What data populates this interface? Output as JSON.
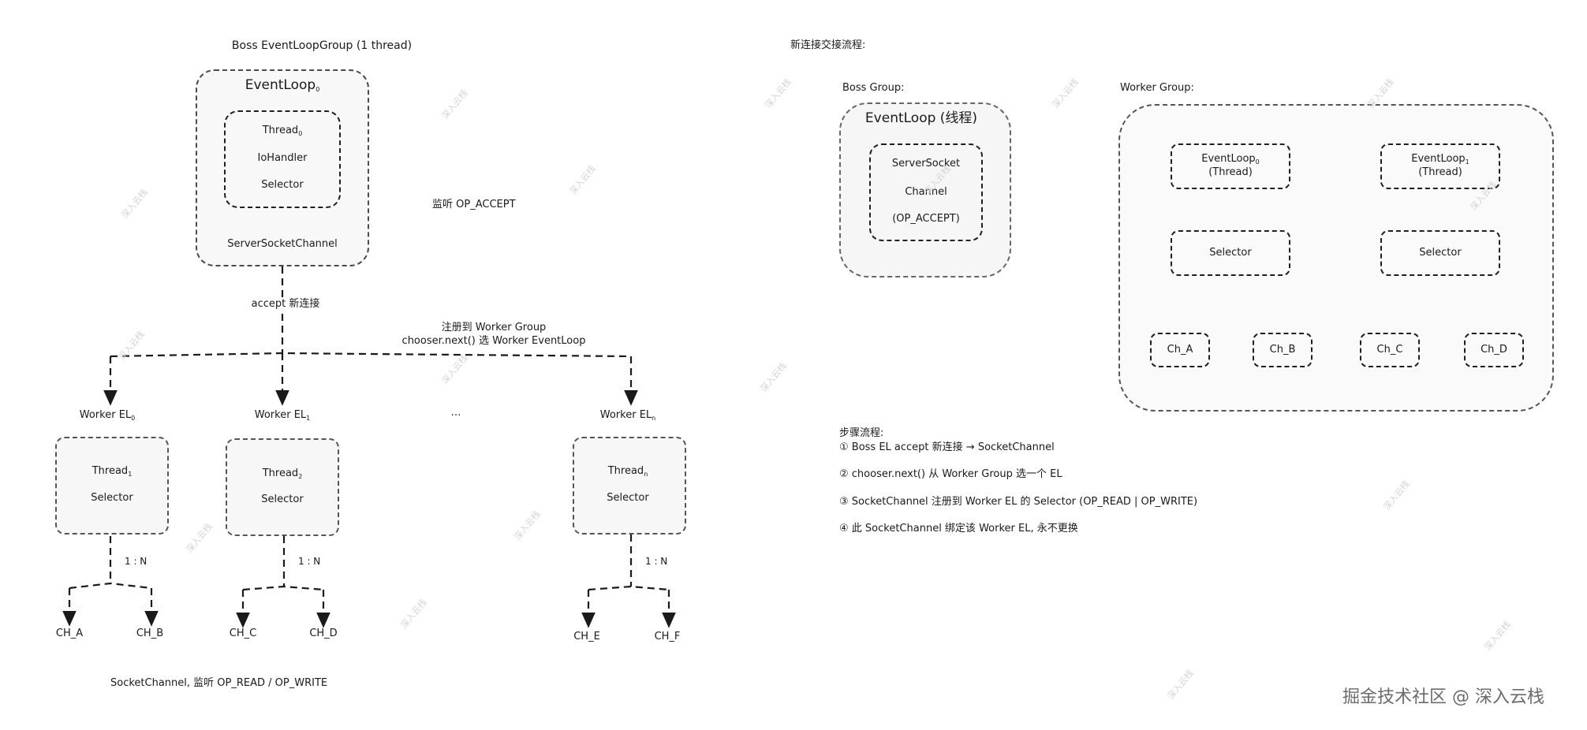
{
  "left": {
    "boss_title": "Boss EventLoopGroup (1 thread)",
    "eventloop": {
      "label": "EventLoop",
      "sub": "0"
    },
    "inner": {
      "thread": "Thread",
      "thread_sub": "0",
      "iohandler": "IoHandler",
      "selector": "Selector"
    },
    "server_socket_channel": "ServerSocketChannel",
    "listen_accept": "监听 OP_ACCEPT",
    "accept_label": "accept 新连接",
    "register_line1": "注册到 Worker Group",
    "register_line2": "chooser.next() 选 Worker EventLoop",
    "ellipsis": "…",
    "workers": [
      {
        "title": "Worker EL",
        "title_sub": "0",
        "thread": "Thread",
        "thread_sub": "1",
        "selector": "Selector",
        "ratio": "1 : N",
        "channels": [
          "CH_A",
          "CH_B"
        ]
      },
      {
        "title": "Worker EL",
        "title_sub": "1",
        "thread": "Thread",
        "thread_sub": "2",
        "selector": "Selector",
        "ratio": "1 : N",
        "channels": [
          "CH_C",
          "CH_D"
        ]
      },
      {
        "title": "Worker EL",
        "title_sub": "n",
        "thread": "Thread",
        "thread_sub": "n",
        "selector": "Selector",
        "ratio": "1 : N",
        "channels": [
          "CH_E",
          "CH_F"
        ]
      }
    ],
    "bottom_note": "SocketChannel, 监听 OP_READ / OP_WRITE"
  },
  "right": {
    "heading": "新连接交接流程:",
    "boss_group_label": "Boss Group:",
    "boss_eventloop": "EventLoop (线程)",
    "server_socket": {
      "line1": "ServerSocket",
      "line2": "Channel",
      "line3": "(OP_ACCEPT)"
    },
    "worker_group_label": "Worker Group:",
    "worker_loops": [
      {
        "label": "EventLoop",
        "sub": "0",
        "thread": "(Thread)",
        "selector": "Selector",
        "channels": [
          "Ch_A",
          "Ch_B"
        ]
      },
      {
        "label": "EventLoop",
        "sub": "1",
        "thread": "(Thread)",
        "selector": "Selector",
        "channels": [
          "Ch_C",
          "Ch_D"
        ]
      }
    ],
    "steps_title": "步骤流程:",
    "steps": [
      "① Boss EL accept 新连接 → SocketChannel",
      "② chooser.next() 从 Worker Group 选一个 EL",
      "③ SocketChannel 注册到 Worker EL 的 Selector (OP_READ | OP_WRITE)",
      "④ 此 SocketChannel 绑定该 Worker EL, 永不更换"
    ]
  },
  "watermark": "深入云栈",
  "footer": "掘金技术社区 @ 深入云栈"
}
